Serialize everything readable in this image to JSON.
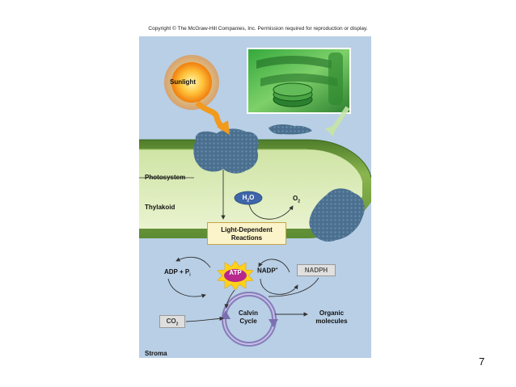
{
  "copyright": "Copyright © The McGraw-Hill Companies, Inc. Permission required for reproduction or display.",
  "labels": {
    "sunlight": "Sunlight",
    "photosystem": "Photosystem",
    "thylakoid": "Thylakoid",
    "stroma": "Stroma",
    "water": "H",
    "water_sub": "2",
    "water_o": "O",
    "oxygen": "O",
    "oxygen_sub": "2",
    "light_dependent_line1": "Light-Dependent",
    "light_dependent_line2": "Reactions",
    "adp": "ADP + P",
    "adp_sub": "i",
    "atp": "ATP",
    "nadp": "NADP",
    "nadp_sup": "+",
    "nadph": "NADPH",
    "co2": "CO",
    "co2_sub": "2",
    "calvin_line1": "Calvin",
    "calvin_line2": "Cycle",
    "organic_line1": "Organic",
    "organic_line2": "molecules"
  },
  "page_number": "7",
  "colors": {
    "panel": "#b8cfe6",
    "thylakoid_green": "#6f9a3c",
    "protein_blue": "#4a6f8f",
    "cycle_purple": "#7b6fb0",
    "sun_orange": "#f29a1c"
  }
}
